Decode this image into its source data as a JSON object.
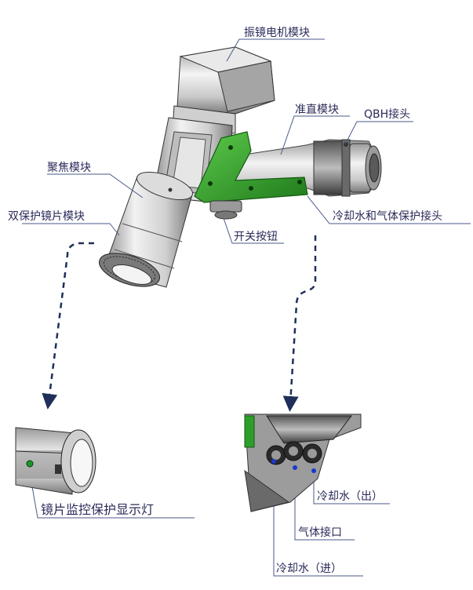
{
  "labels": {
    "galvo_motor": "振镜电机模块",
    "collimation": "准直模块",
    "qbh": "QBH接头",
    "focusing": "聚焦模块",
    "dual_lens": "双保护镜片模块",
    "coolant_gas": "冷却水和气体保护接头",
    "switch": "开关按钮",
    "lens_monitor": "镜片监控保护显示灯",
    "water_out": "冷却水（出）",
    "gas_inlet": "气体接口",
    "water_in": "冷却水（进）"
  },
  "colors": {
    "bracket_green": "#2e9e2a",
    "leader_line": "#4a5a8a",
    "dashed_arrow": "#1f2f5a",
    "indicator_light": "#1a9a2a",
    "port_marker": "#1a3acc"
  }
}
